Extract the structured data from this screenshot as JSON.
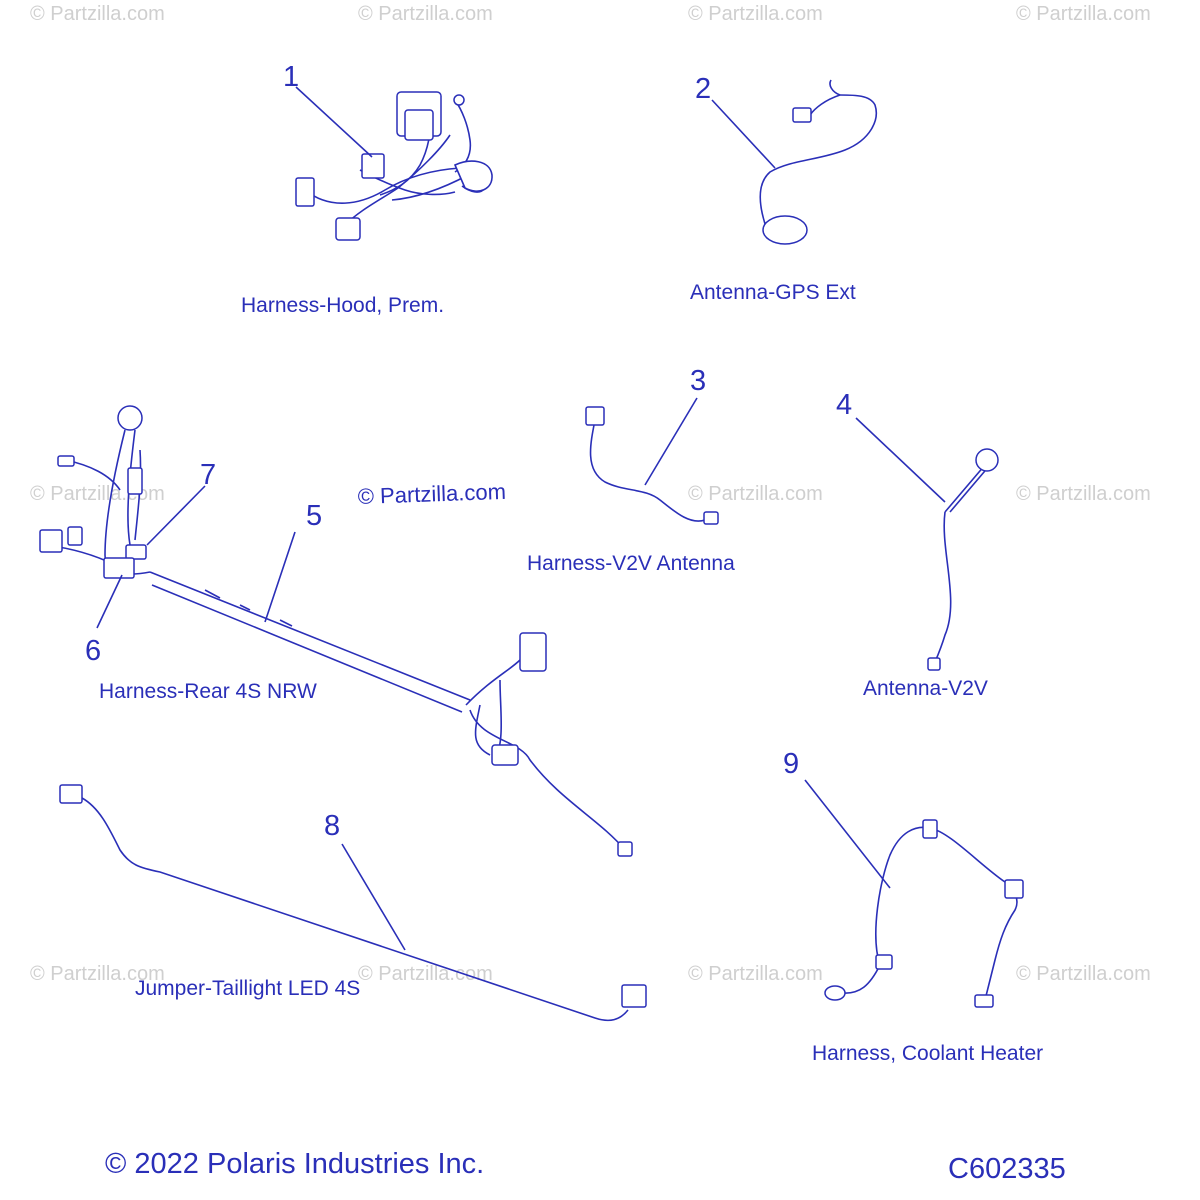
{
  "watermark": "© Partzilla.com",
  "center_watermark": "© Partzilla.com",
  "callouts": [
    {
      "number": "1",
      "label": "Harness-Hood, Prem."
    },
    {
      "number": "2",
      "label": "Antenna-GPS Ext"
    },
    {
      "number": "3",
      "label": "Harness-V2V Antenna"
    },
    {
      "number": "4",
      "label": "Antenna-V2V"
    },
    {
      "number": "5",
      "label": "Harness-Rear 4S NRW"
    },
    {
      "number": "6",
      "label": ""
    },
    {
      "number": "7",
      "label": ""
    },
    {
      "number": "8",
      "label": "Jumper-Taillight LED 4S"
    },
    {
      "number": "9",
      "label": "Harness, Coolant Heater"
    }
  ],
  "footer": {
    "copyright": "© 2022 Polaris Industries Inc.",
    "diagram_code": "C602335"
  },
  "colors": {
    "ink": "#2a2fb8",
    "watermark": "#cfcfcf",
    "background": "#ffffff"
  }
}
